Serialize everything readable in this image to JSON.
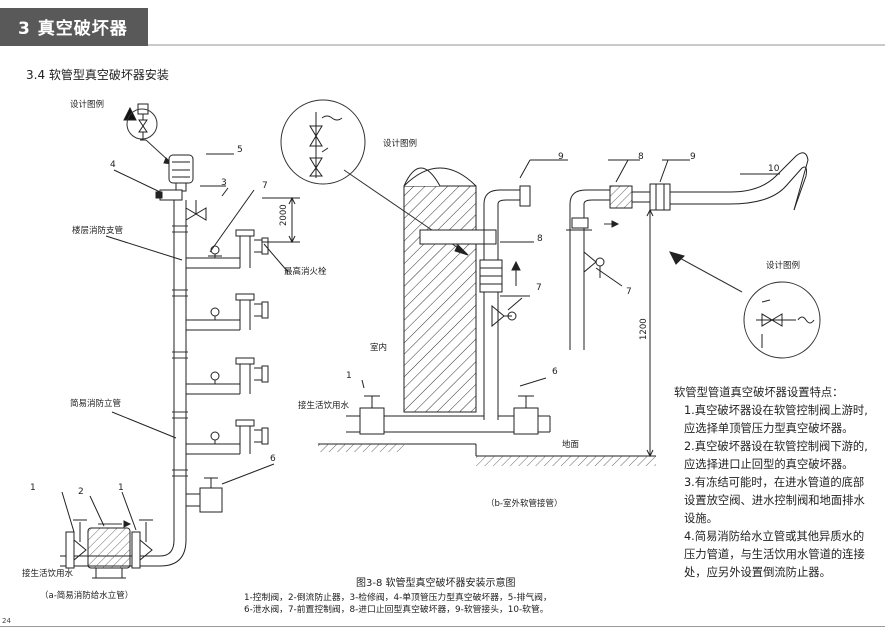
{
  "header": {
    "title": "3 真空破坏器"
  },
  "section_title": "3.4  软管型真空破坏器安装",
  "diagram_a": {
    "legend_label": "设计图例",
    "labels": {
      "n1a": "1",
      "n2": "2",
      "n1b": "1",
      "n3": "3",
      "n4": "4",
      "n5": "5",
      "n6": "6",
      "n7": "7",
      "floor_branch": "楼层消防支管",
      "top_hydrant": "最高消火栓",
      "simple_riser": "简易消防立管",
      "water_supply": "接生活饮用水",
      "dim_2000": "2000"
    },
    "caption": "（a-简易消防给水立管）"
  },
  "diagram_b": {
    "legend_label_left": "设计图例",
    "legend_label_right": "设计图例",
    "labels": {
      "n8a": "8",
      "n9a": "9",
      "n7a": "7",
      "n6": "6",
      "n1": "1",
      "n8b": "8",
      "n9b": "9",
      "n10": "10",
      "n7b": "7",
      "indoor": "室内",
      "water_supply": "接生活饮用水",
      "ground": "地面",
      "dim_1200": "1200"
    },
    "caption": "（b-室外软管接管）"
  },
  "figure": {
    "title": "图3-8  软管型真空破坏器安装示意图",
    "legend_line1": "1-控制阀，2-倒流防止器，3-检修阀，4-单顶管压力型真空破坏器，5-排气阀，",
    "legend_line2": "6-泄水阀，7-前置控制阀，8-进口止回型真空破坏器，9-软管接头，10-软管。"
  },
  "notes": {
    "heading": "软管型管道真空破坏器设置特点：",
    "items": [
      "1.真空破坏器设在软管控制阀上游时,应选择单顶管压力型真空破坏器。",
      "2.真空破坏器设在软管控制阀下游的,应选择进口止回型的真空破坏器。",
      "3.有冻结可能时，在进水管道的底部设置放空阀、进水控制阀和地面排水设施。",
      "4.简易消防给水立管或其他异质水的压力管道，与生活饮用水管道的连接处，应另外设置倒流防止器。"
    ]
  },
  "page_number": "24"
}
